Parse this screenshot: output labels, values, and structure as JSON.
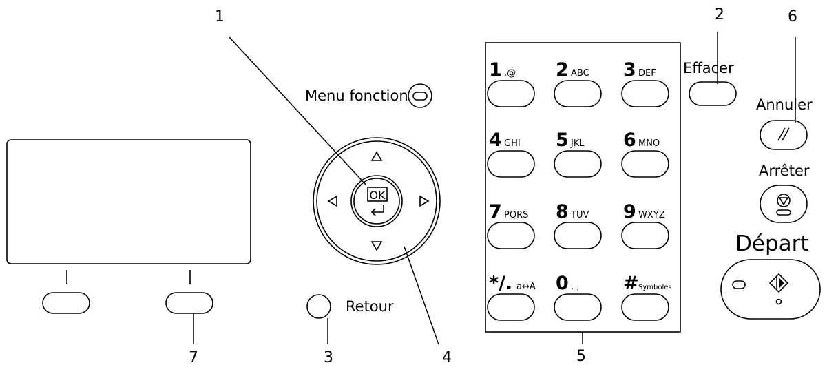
{
  "callouts": [
    "1",
    "2",
    "3",
    "4",
    "5",
    "6",
    "7"
  ],
  "labels": {
    "menu_fonction": "Menu fonction",
    "retour": "Retour",
    "effacer": "Effacer",
    "annuler": "Annuler",
    "arreter": "Arrêter",
    "depart": "Départ",
    "ok": "OK"
  },
  "keypad": [
    {
      "digit": "1",
      "sub": ".@"
    },
    {
      "digit": "2",
      "sub": "ABC"
    },
    {
      "digit": "3",
      "sub": "DEF"
    },
    {
      "digit": "4",
      "sub": "GHI"
    },
    {
      "digit": "5",
      "sub": "JKL"
    },
    {
      "digit": "6",
      "sub": "MNO"
    },
    {
      "digit": "7",
      "sub": "PQRS"
    },
    {
      "digit": "8",
      "sub": "TUV"
    },
    {
      "digit": "9",
      "sub": "WXYZ"
    },
    {
      "digit": "*/.",
      "sub": "a↔A"
    },
    {
      "digit": "0",
      "sub": ". ,"
    },
    {
      "digit": "#",
      "sub": "Symboles"
    }
  ],
  "icons": {
    "arrows": [
      "up-arrow-icon",
      "down-arrow-icon",
      "left-arrow-icon",
      "right-arrow-icon"
    ],
    "enter": "enter-icon",
    "stop": "stop-icon",
    "start": "start-icon",
    "reset": "reset-icon"
  }
}
